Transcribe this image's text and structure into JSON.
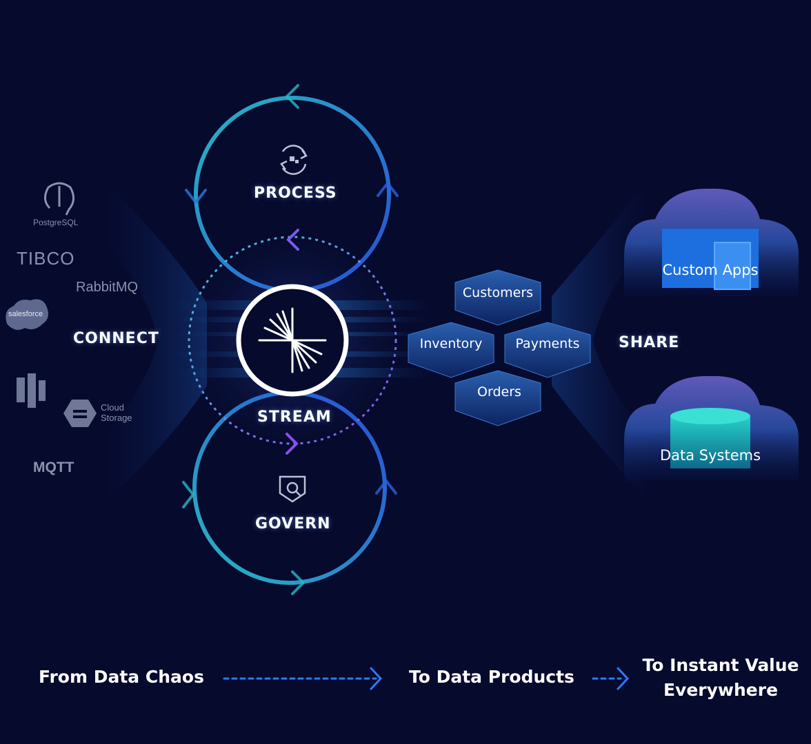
{
  "stages": {
    "process": "PROCESS",
    "connect": "CONNECT",
    "stream": "STREAM",
    "govern": "GOVERN",
    "share": "SHARE"
  },
  "products": {
    "customers": "Customers",
    "inventory": "Inventory",
    "payments": "Payments",
    "orders": "Orders"
  },
  "destinations": {
    "custom_apps": "Custom Apps",
    "data_systems": "Data Systems"
  },
  "sources": {
    "postgresql": "PostgreSQL",
    "tibco": "TIBCO",
    "rabbitmq": "RabbitMQ",
    "salesforce": "salesforce",
    "cloud_storage_line1": "Cloud",
    "cloud_storage_line2": "Storage",
    "mqtt": "MQTT"
  },
  "tagline": {
    "step1": "From Data Chaos",
    "step2": "To Data Products",
    "step3_line1": "To Instant Value",
    "step3_line2": "Everywhere"
  },
  "icons": {
    "process": "refresh-cycle-icon",
    "govern": "shield-search-icon",
    "stream": "starburst-logo-icon",
    "postgres": "elephant-icon",
    "aws": "aws-kinesis-icon"
  },
  "colors": {
    "background": "#060a2c",
    "teal": "#2bb6c8",
    "blue": "#2f5be0",
    "purple": "#7a4df0",
    "tagline_arrow": "#2a7bff"
  }
}
